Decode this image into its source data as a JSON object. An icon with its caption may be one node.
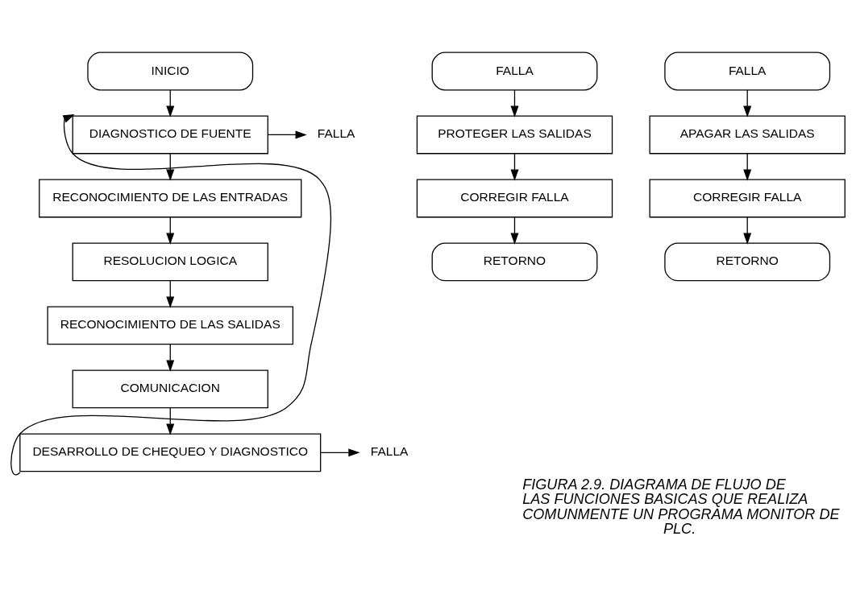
{
  "diagram": {
    "caption": "FIGURA 2.9. DIAGRAMA DE FLUJO DE LAS FUNCIONES BASICAS QUE REALIZA COMUNMENTE UN PROGRAMA MONITOR DE PLC.",
    "nodes": [
      {
        "text": [
          "INICIO"
        ]
      },
      {
        "text": [
          "DIAGNOSTICO DE FUENTE"
        ]
      },
      {
        "text": [
          "RECONOCIMIENTO DE LAS ENTRADAS"
        ]
      },
      {
        "text": [
          "RESOLUCION LOGICA"
        ]
      },
      {
        "text": [
          "RECONOCIMIENTO DE LAS SALIDAS"
        ]
      },
      {
        "text": [
          "COMUNICACION"
        ]
      },
      {
        "text": [
          "DESARROLLO DE CHEQUEO Y DIAGNOSTICO"
        ]
      },
      {
        "text": [
          "FALLA"
        ]
      },
      {
        "text": [
          "FALLA"
        ]
      },
      {
        "text": [
          "FALLA"
        ]
      },
      {
        "text": [
          "PROTEGER LAS SALIDAS"
        ]
      },
      {
        "text": [
          "CORREGIR FALLA"
        ]
      },
      {
        "text": [
          "RETORNO"
        ]
      },
      {
        "text": [
          "FALLA"
        ]
      },
      {
        "text": [
          "APAGAR LAS SALIDAS"
        ]
      },
      {
        "text": [
          "CORREGIR FALLA"
        ]
      },
      {
        "text": [
          "RETORNO"
        ]
      }
    ],
    "edges": [
      {
        "from": 0,
        "to": 1,
        "arrow": "to"
      },
      {
        "from": 1,
        "to": 2,
        "arrow": "to"
      },
      {
        "from": 2,
        "to": 3,
        "arrow": "to"
      },
      {
        "from": 3,
        "to": 4,
        "arrow": "to"
      },
      {
        "from": 4,
        "to": 5,
        "arrow": "to"
      },
      {
        "from": 5,
        "to": 6,
        "arrow": "to"
      },
      {
        "from": 6,
        "to": 1,
        "arrow": "to"
      },
      {
        "from": 1,
        "to": 7,
        "arrow": "to"
      },
      {
        "from": 6,
        "to": 8,
        "arrow": "to"
      },
      {
        "from": 9,
        "to": 10,
        "arrow": "to"
      },
      {
        "from": 10,
        "to": 11,
        "arrow": "to"
      },
      {
        "from": 11,
        "to": 12,
        "arrow": "to"
      },
      {
        "from": 13,
        "to": 14,
        "arrow": "to"
      },
      {
        "from": 14,
        "to": 15,
        "arrow": "to"
      },
      {
        "from": 15,
        "to": 16,
        "arrow": "to"
      }
    ]
  }
}
